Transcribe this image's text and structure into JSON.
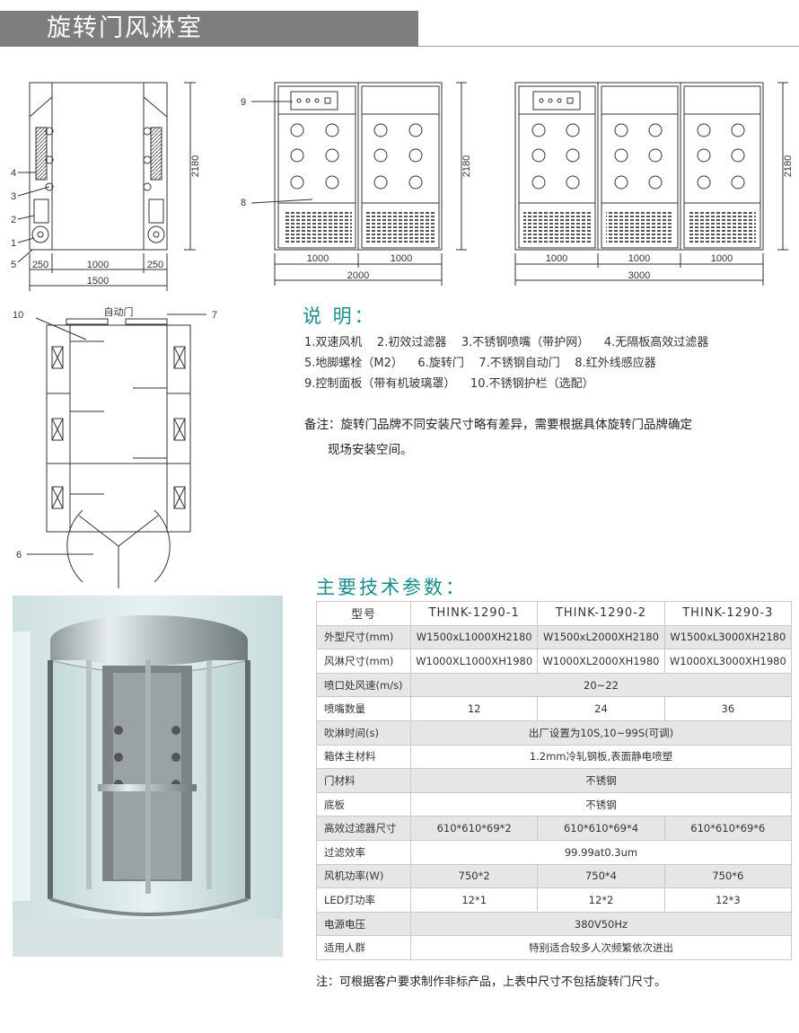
{
  "header": {
    "title": "旋转门风淋室"
  },
  "drawings": {
    "left": {
      "height": "2180",
      "dims": [
        "250",
        "1000",
        "250"
      ],
      "total": "1500",
      "callouts": [
        "4",
        "3",
        "2",
        "1",
        "5"
      ]
    },
    "middle": {
      "height": "2180",
      "dims": [
        "1000",
        "1000"
      ],
      "total": "2000",
      "callouts": [
        "9",
        "8"
      ]
    },
    "right": {
      "height": "2180",
      "dims": [
        "1000",
        "1000",
        "1000"
      ],
      "total": "3000"
    },
    "plan": {
      "door_label": "自动门",
      "callouts": [
        "10",
        "7",
        "6"
      ]
    }
  },
  "legend": {
    "heading": "说 明：",
    "lines": [
      "1.双速风机    2.初效过滤器    3.不锈钢喷嘴（带护网）    4.无隔板高效过滤器",
      "5.地脚螺栓（M2）    6.旋转门    7.不锈钢自动门    8.红外线感应器",
      "9.控制面板（带有机玻璃罩）    10.不锈钢护栏（选配）"
    ],
    "note1": "备注：旋转门品牌不同安装尺寸略有差异，需要根据具体旋转门品牌确定",
    "note2": "现场安装空间。"
  },
  "specs": {
    "heading": "主要技术参数：",
    "model_label": "型号",
    "models": [
      "THINK-1290-1",
      "THINK-1290-2",
      "THINK-1290-3"
    ],
    "rows": [
      {
        "label": "外型尺寸(mm)",
        "values": [
          "W1500xL1000XH2180",
          "W1500xL2000XH2180",
          "W1500xL3000XH2180"
        ]
      },
      {
        "label": "风淋尺寸(mm)",
        "values": [
          "W1000XL1000XH1980",
          "W1000XL2000XH1980",
          "W1000XL3000XH1980"
        ]
      },
      {
        "label": "喷口处风速(m/s)",
        "span": "20~22"
      },
      {
        "label": "喷嘴数量",
        "values": [
          "12",
          "24",
          "36"
        ]
      },
      {
        "label": "吹淋时间(s)",
        "span": "出厂设置为10S,10~99S(可调)"
      },
      {
        "label": "箱体主材料",
        "span": "1.2mm冷轧钢板,表面静电喷塑"
      },
      {
        "label": "门材料",
        "span": "不锈钢"
      },
      {
        "label": "底板",
        "span": "不锈钢"
      },
      {
        "label": "高效过滤器尺寸",
        "values": [
          "610*610*69*2",
          "610*610*69*4",
          "610*610*69*6"
        ]
      },
      {
        "label": "过滤效率",
        "span": "99.99at0.3um"
      },
      {
        "label": "风机功率(W)",
        "values": [
          "750*2",
          "750*4",
          "750*6"
        ]
      },
      {
        "label": "LED灯功率",
        "values": [
          "12*1",
          "12*2",
          "12*3"
        ]
      },
      {
        "label": "电源电压",
        "span": "380V50Hz"
      },
      {
        "label": "适用人群",
        "span": "特别适合较多人次频繁依次进出"
      }
    ],
    "footnote": "注：可根据客户要求制作非标产品，上表中尺寸不包括旋转门尺寸。"
  }
}
